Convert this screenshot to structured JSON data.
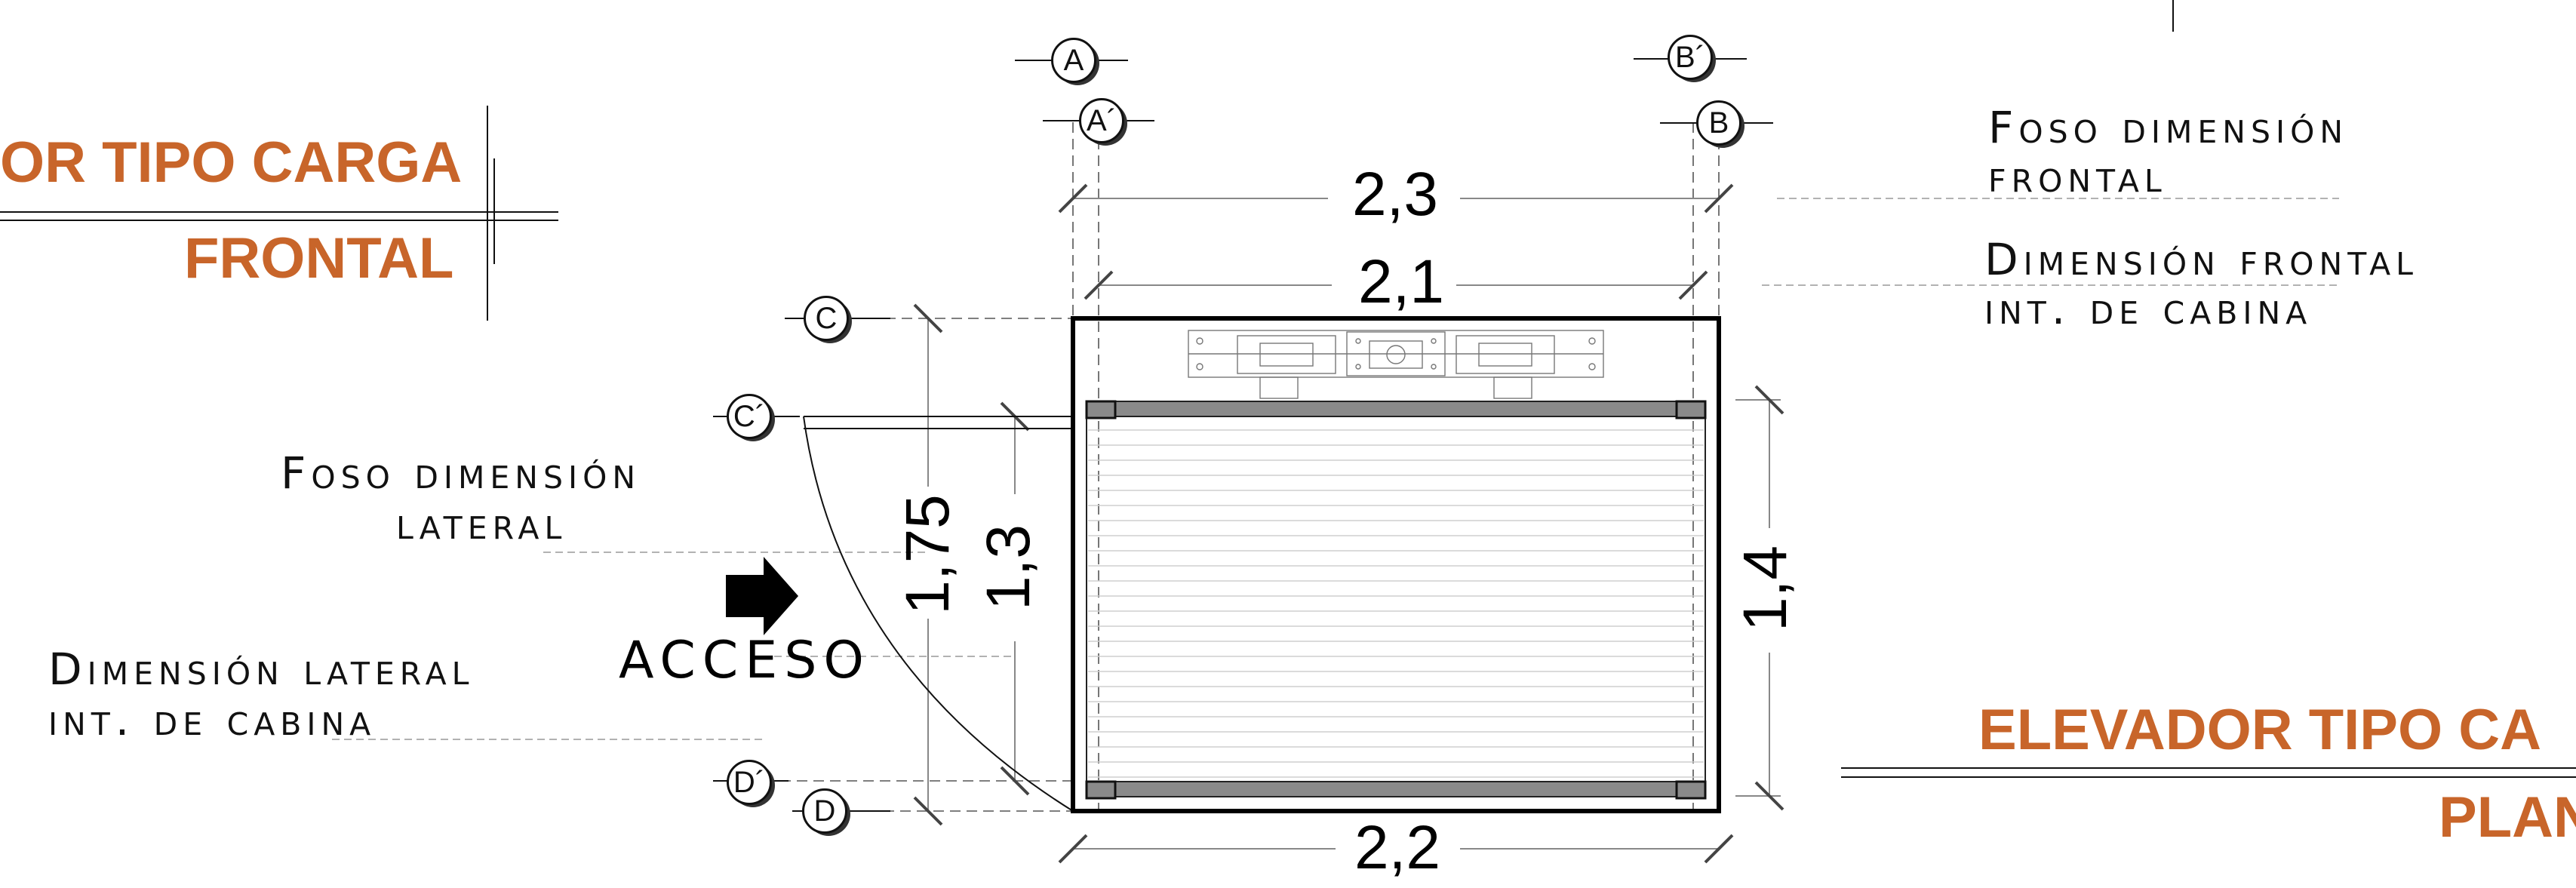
{
  "titles": {
    "left_line1": "OR TIPO CARGA",
    "left_line2": "FRONTAL",
    "right_line1": "ELEVADOR TIPO CA",
    "right_line2": "PLAN"
  },
  "notes": {
    "foso_frontal": [
      "Foso dimensión",
      "frontal"
    ],
    "dim_frontal": [
      "Dimensión frontal",
      "int. de cabina"
    ],
    "foso_lateral": [
      "Foso dimensión",
      "lateral"
    ],
    "dim_lateral": [
      "Dimensión lateral",
      "int. de cabina"
    ]
  },
  "access_label": "ACCESO",
  "dimensions": {
    "foso_frontal": "2,3",
    "cabina_frontal": "2,1",
    "base": "2,2",
    "foso_lateral": "1,75",
    "cabina_lateral": "1,3",
    "derecha": "1,4"
  },
  "axis_bubbles": {
    "a": "A",
    "a_prime": "A´",
    "b_prime": "B´",
    "b": "B",
    "c": "C",
    "c_prime": "C´",
    "d_prime": "D´",
    "d": "D"
  },
  "colors": {
    "title": "#c8652a",
    "line": "#111111",
    "rail": "#8a8a8a"
  },
  "icons": {
    "access": "arrow-right-icon"
  }
}
